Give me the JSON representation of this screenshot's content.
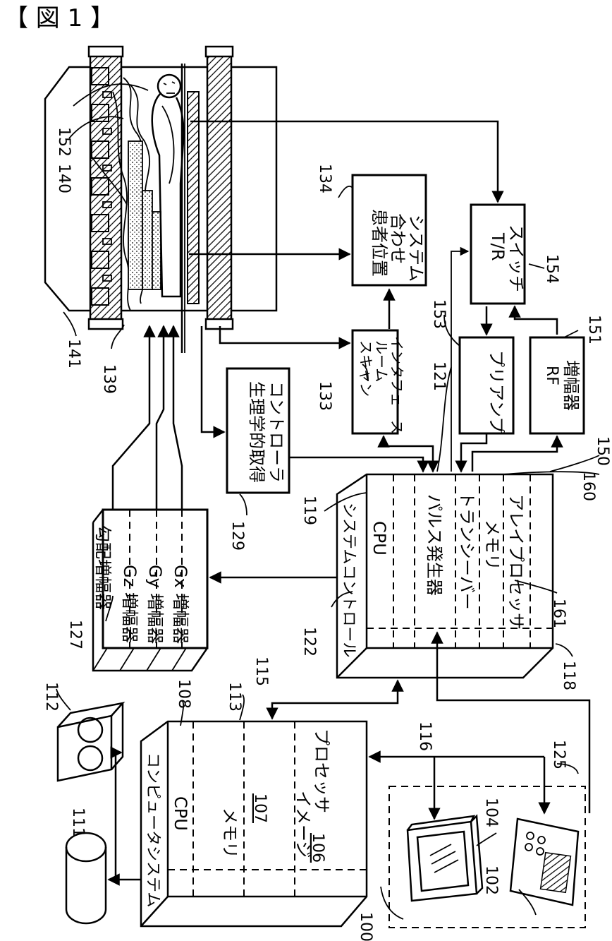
{
  "figure_title": "【 図 1 】",
  "ref_numbers": {
    "r100": "100",
    "r102": "102",
    "r104": "104",
    "r106": "106",
    "r107": "107",
    "r108": "108",
    "r111": "111",
    "r112": "112",
    "r113": "113",
    "r115": "115",
    "r116": "116",
    "r118": "118",
    "r119": "119",
    "r121": "121",
    "r122": "122",
    "r125": "125",
    "r127": "127",
    "r129": "129",
    "r133": "133",
    "r134": "134",
    "r139": "139",
    "r140": "140",
    "r141": "141",
    "r150": "150",
    "r151": "151",
    "r152": "152",
    "r153": "153",
    "r154": "154",
    "r160": "160",
    "r161": "161"
  },
  "computer_system": {
    "title": "コンピュータシステム",
    "cpu": "CPU",
    "memory": "メモリ",
    "image_processor_line1": "イメージ",
    "image_processor_line2": "プロセッサ"
  },
  "system_control": {
    "title": "システムコントロール",
    "cpu": "CPU",
    "pulse_generator": "パルス発生器",
    "transceiver": "トランシーバー",
    "memory": "メモリ",
    "array_processor": "アレイプロセッサ"
  },
  "gradient_amplifier": {
    "title": "勾配増幅器",
    "gz": "Gz 増幅器",
    "gy": "Gy 増幅器",
    "gx": "Gx 増幅器"
  },
  "physio_controller": {
    "line1": "生理学的取得",
    "line2": "コントローラ"
  },
  "scan_room_interface": {
    "line1": "スキャン",
    "line2": "ルーム",
    "line3": "インタフェース"
  },
  "patient_positioning": {
    "line1": "患者位置",
    "line2": "合わせ",
    "line3": "システム"
  },
  "tr_switch": {
    "line1": "T/R",
    "line2": "スイッチ"
  },
  "preamp": {
    "line1": "プリアンプ"
  },
  "rf_amp": {
    "line1": "RF",
    "line2": "増幅器"
  }
}
